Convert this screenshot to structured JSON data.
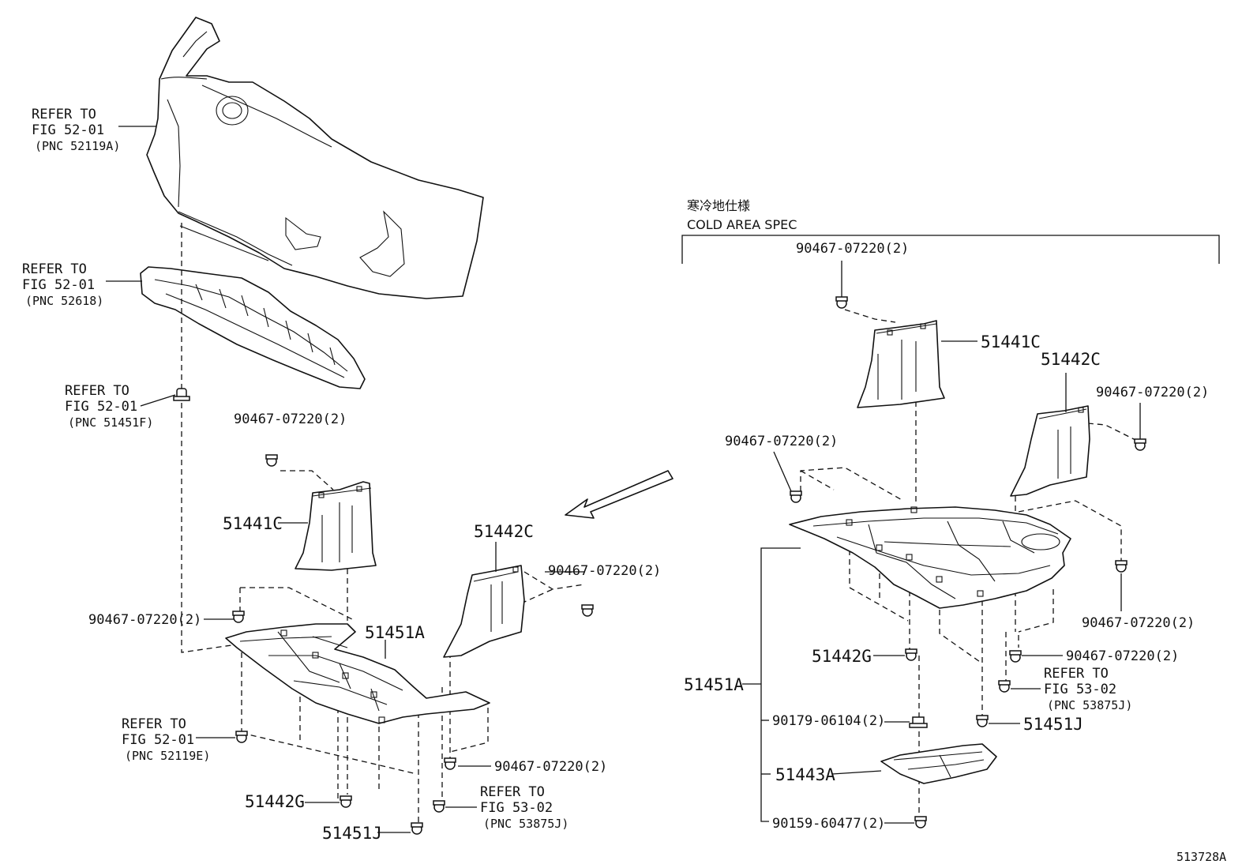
{
  "cold_area_spec": {
    "jp": "寒冷地仕様",
    "en": "COLD AREA SPEC"
  },
  "refer": {
    "bumper": [
      "REFER TO",
      "FIG 52-01",
      "(PNC 52119A)"
    ],
    "absorber": [
      "REFER TO",
      "FIG 52-01",
      "(PNC 52618)"
    ],
    "clip_51451f": [
      "REFER TO",
      "FIG 52-01",
      "(PNC 51451F)"
    ],
    "clip_52119e": [
      "REFER TO",
      "FIG 52-01",
      "(PNC 52119E)"
    ],
    "left_53875j": [
      "REFER TO",
      "FIG 53-02",
      "(PNC 53875J)"
    ],
    "right_53875j": [
      "REFER TO",
      "FIG 53-02",
      "(PNC 53875J)"
    ]
  },
  "left": {
    "bolt_top": "90467-07220(2)",
    "part_51441c": "51441C",
    "part_51442c": "51442C",
    "bolt_right": "90467-07220(2)",
    "bolt_left": "90467-07220(2)",
    "part_51451a": "51451A",
    "bolt_bottom": "90467-07220(2)",
    "part_51442g": "51442G",
    "part_51451j": "51451J"
  },
  "right": {
    "bolt_top": "90467-07220(2)",
    "part_51441c": "51441C",
    "part_51442c": "51442C",
    "bolt_far_right": "90467-07220(2)",
    "bolt_left": "90467-07220(2)",
    "bolt_right_mid": "90467-07220(2)",
    "part_51442g": "51442G",
    "bolt_right_low": "90467-07220(2)",
    "part_51451a": "51451A",
    "part_90179": "90179-06104(2)",
    "part_51451j": "51451J",
    "part_51443a": "51443A",
    "part_90159": "90159-60477(2)"
  },
  "illustration_number": "513728A"
}
